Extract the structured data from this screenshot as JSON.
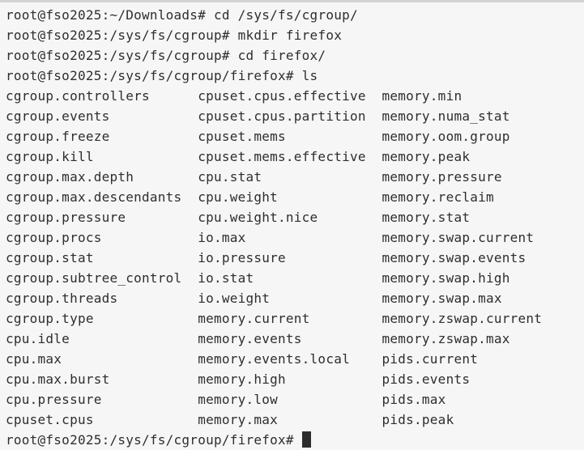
{
  "terminal": {
    "colors": {
      "background": "#f6f6f6",
      "foreground": "#2e2e2e",
      "top_strip": "#d3d3d3",
      "cursor": "#2c2c2c"
    },
    "commands": [
      {
        "prompt": "root@fso2025:~/Downloads#",
        "command": "cd /sys/fs/cgroup/"
      },
      {
        "prompt": "root@fso2025:/sys/fs/cgroup#",
        "command": "mkdir firefox"
      },
      {
        "prompt": "root@fso2025:/sys/fs/cgroup#",
        "command": "cd firefox/"
      },
      {
        "prompt": "root@fso2025:/sys/fs/cgroup/firefox#",
        "command": "ls"
      }
    ],
    "ls_output": {
      "columns_width_chars": [
        24,
        23,
        0
      ],
      "rows": [
        [
          "cgroup.controllers",
          "cpuset.cpus.effective",
          "memory.min"
        ],
        [
          "cgroup.events",
          "cpuset.cpus.partition",
          "memory.numa_stat"
        ],
        [
          "cgroup.freeze",
          "cpuset.mems",
          "memory.oom.group"
        ],
        [
          "cgroup.kill",
          "cpuset.mems.effective",
          "memory.peak"
        ],
        [
          "cgroup.max.depth",
          "cpu.stat",
          "memory.pressure"
        ],
        [
          "cgroup.max.descendants",
          "cpu.weight",
          "memory.reclaim"
        ],
        [
          "cgroup.pressure",
          "cpu.weight.nice",
          "memory.stat"
        ],
        [
          "cgroup.procs",
          "io.max",
          "memory.swap.current"
        ],
        [
          "cgroup.stat",
          "io.pressure",
          "memory.swap.events"
        ],
        [
          "cgroup.subtree_control",
          "io.stat",
          "memory.swap.high"
        ],
        [
          "cgroup.threads",
          "io.weight",
          "memory.swap.max"
        ],
        [
          "cgroup.type",
          "memory.current",
          "memory.zswap.current"
        ],
        [
          "cpu.idle",
          "memory.events",
          "memory.zswap.max"
        ],
        [
          "cpu.max",
          "memory.events.local",
          "pids.current"
        ],
        [
          "cpu.max.burst",
          "memory.high",
          "pids.events"
        ],
        [
          "cpu.pressure",
          "memory.low",
          "pids.max"
        ],
        [
          "cpuset.cpus",
          "memory.max",
          "pids.peak"
        ]
      ]
    },
    "current_prompt": "root@fso2025:/sys/fs/cgroup/firefox#",
    "cursor_style": "block"
  }
}
